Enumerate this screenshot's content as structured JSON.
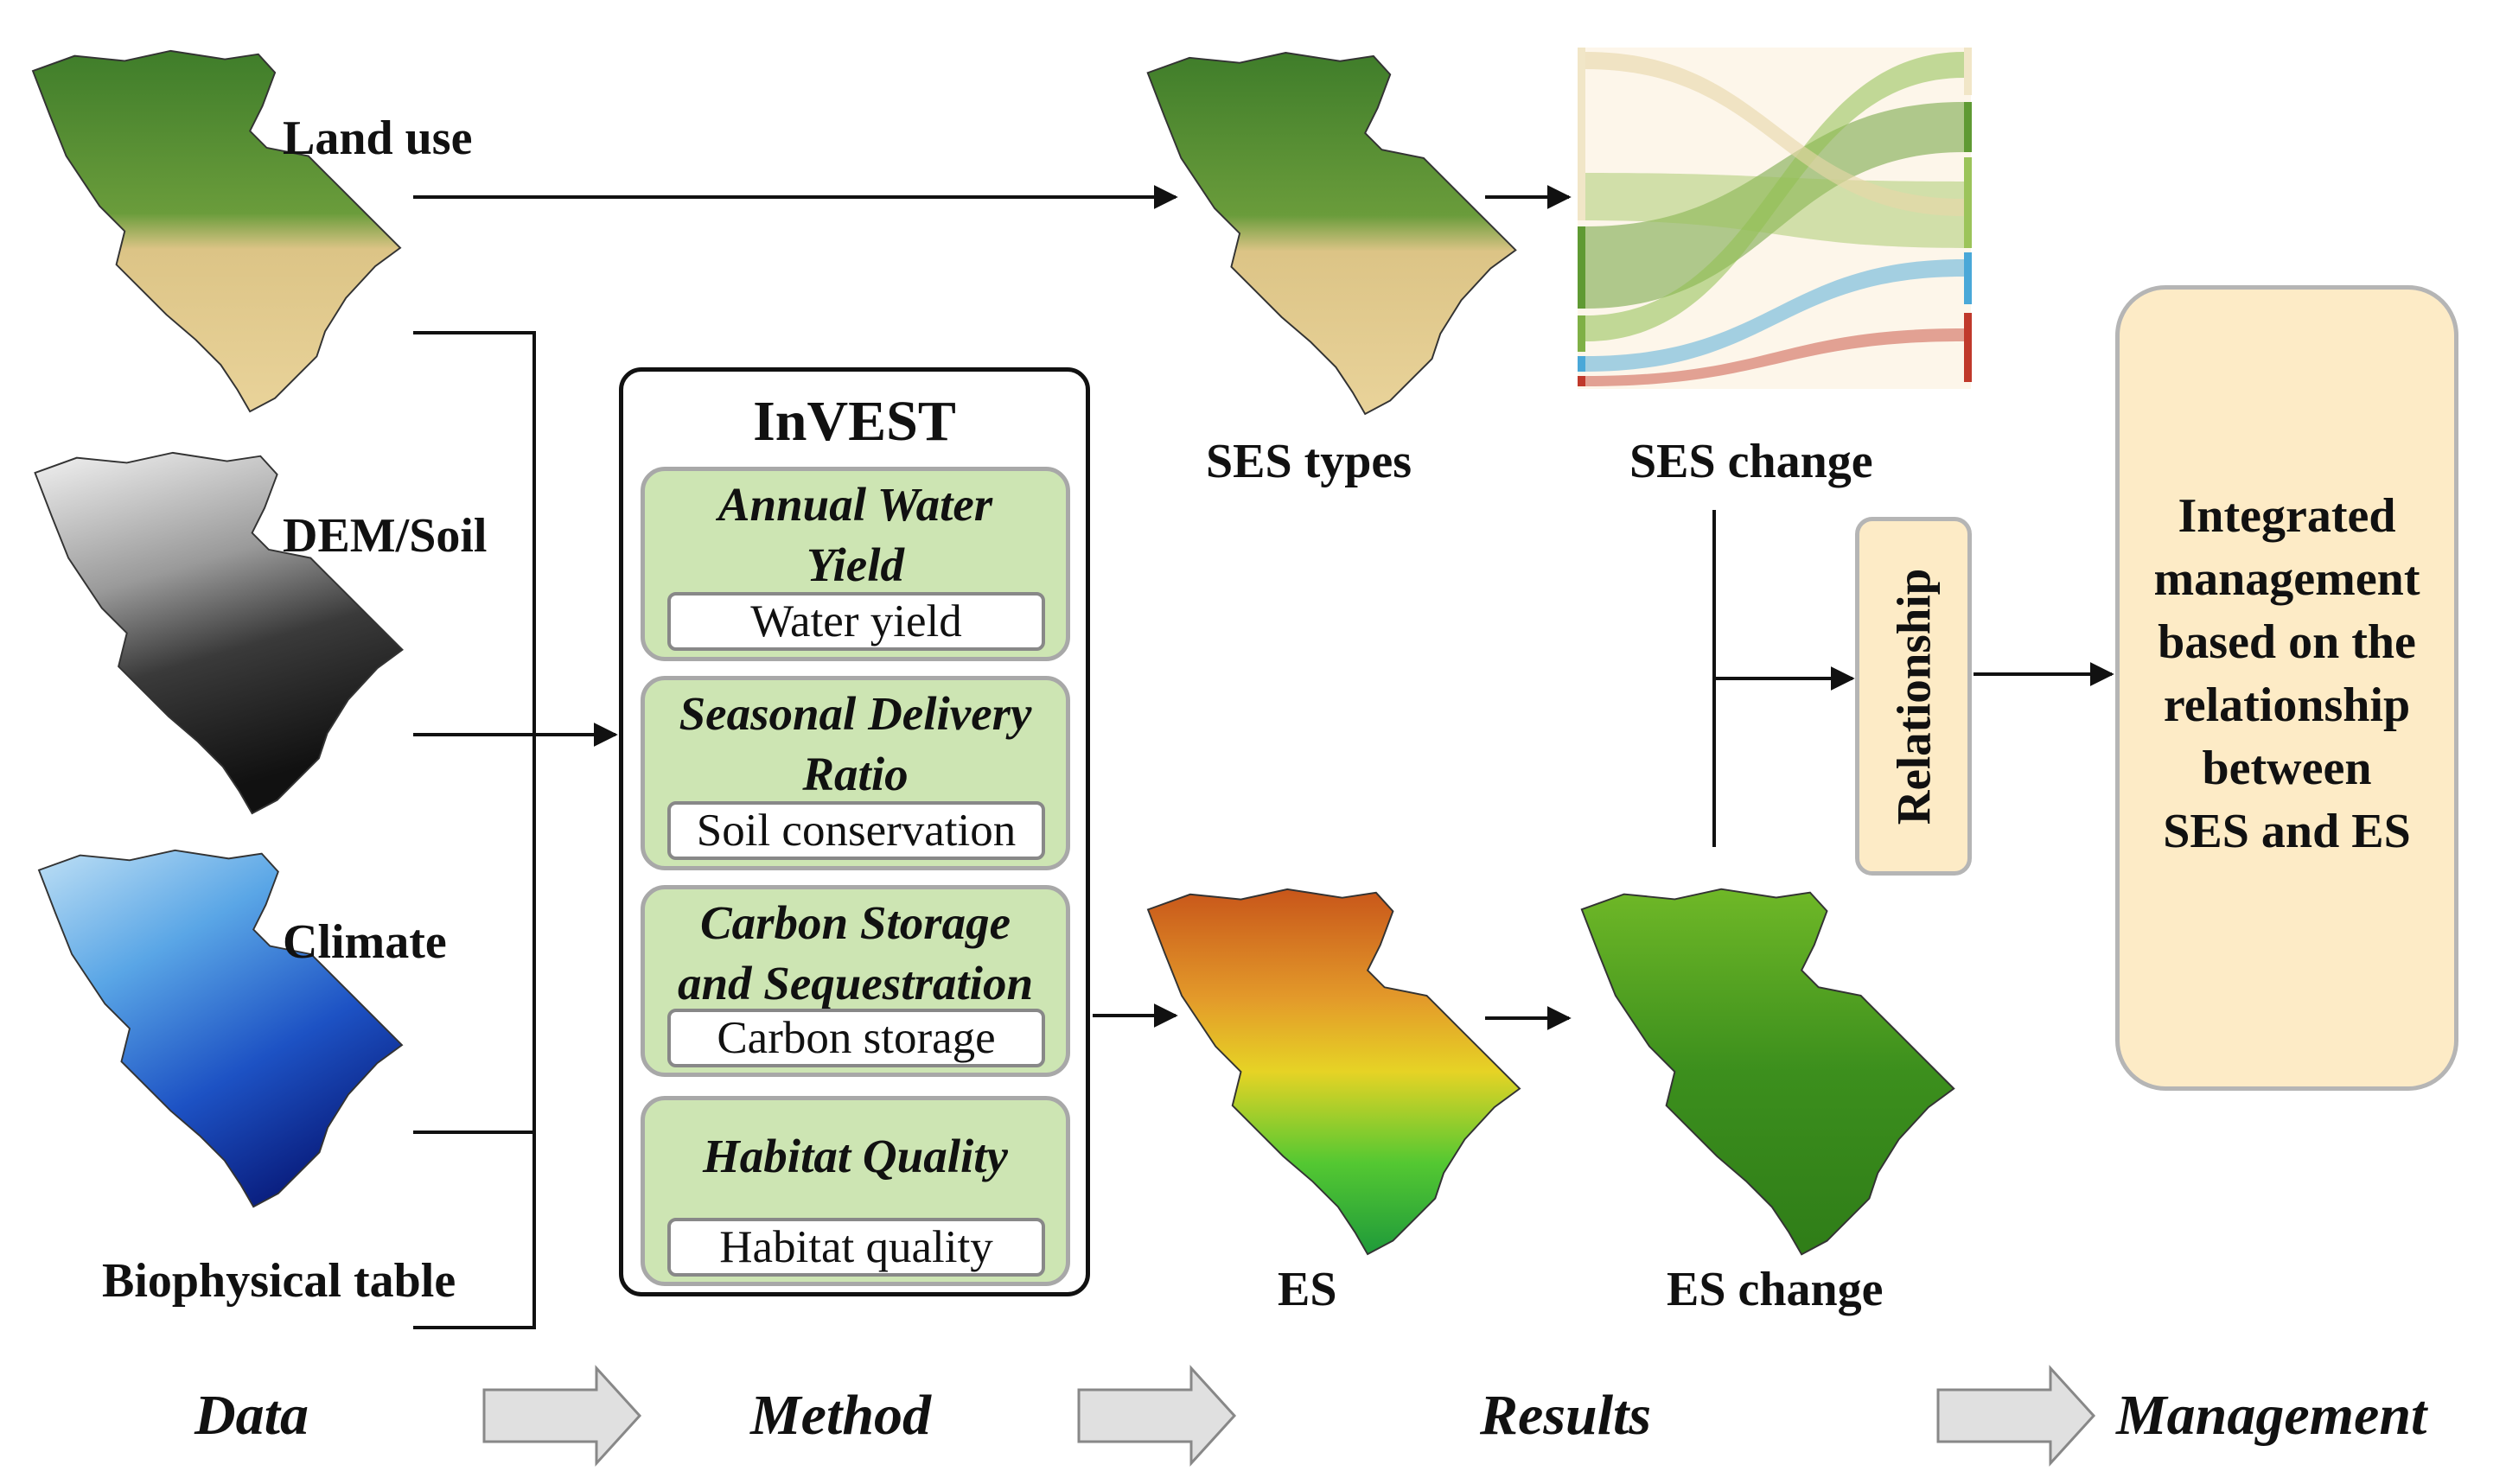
{
  "data_inputs": {
    "land_use": "Land use",
    "dem_soil": "DEM/Soil",
    "climate": "Climate",
    "biophysical_table": "Biophysical table"
  },
  "invest": {
    "title": "InVEST",
    "models": [
      {
        "name_line1": "Annual Water",
        "name_line2": "Yield",
        "output": "Water yield"
      },
      {
        "name_line1": "Seasonal Delivery",
        "name_line2": "Ratio",
        "output": "Soil conservation"
      },
      {
        "name_line1": "Carbon Storage",
        "name_line2": "and Sequestration",
        "output": "Carbon storage"
      },
      {
        "name_line1": "Habitat Quality",
        "name_line2": "",
        "output": "Habitat quality"
      }
    ]
  },
  "results": {
    "ses_types": "SES types",
    "ses_change": "SES change",
    "es": "ES",
    "es_change": "ES change",
    "relationship": "Relationship"
  },
  "management": {
    "lines": [
      "Integrated",
      "management",
      "based on the",
      "relationship",
      "between",
      "SES and ES"
    ]
  },
  "stages": [
    "Data",
    "Method",
    "Results",
    "Management"
  ],
  "colors": {
    "invest_model_fill": "#cde5b3",
    "management_fill": "#fdebc6",
    "landuse_green": "#4e8a2e",
    "landuse_tan": "#e7cf93",
    "dem_dark": "#1a1a1a",
    "climate_blue": "#1b55c9",
    "es_orange": "#d9781b",
    "es_green": "#3aa52b"
  }
}
